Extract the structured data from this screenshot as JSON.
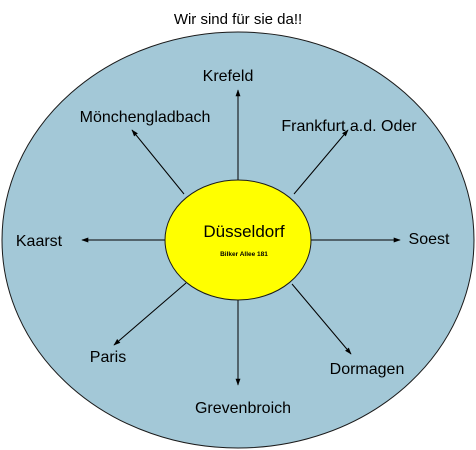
{
  "title": "Wir sind für sie da!!",
  "colors": {
    "outer_fill": "#a3c8d7",
    "outer_stroke": "#1a1a1a",
    "center_fill": "#ffff00",
    "center_stroke": "#1a1a1a"
  },
  "center": {
    "name": "Düsseldorf",
    "address": "Bilker Allee 181"
  },
  "cities": {
    "krefeld": "Krefeld",
    "moenchengladbach": "Mönchengladbach",
    "frankfurt": "Frankfurt a.d. Oder",
    "kaarst": "Kaarst",
    "soest": "Soest",
    "paris": "Paris",
    "dormagen": "Dormagen",
    "grevenbroich": "Grevenbroich"
  }
}
